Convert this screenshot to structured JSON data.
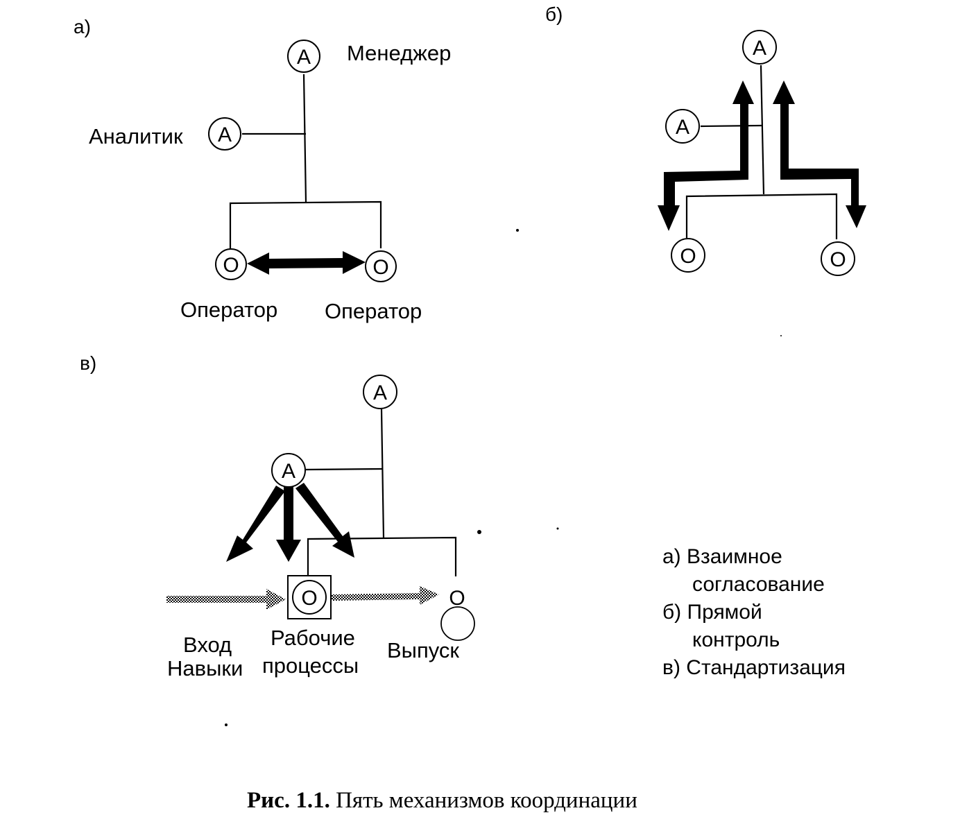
{
  "panels": {
    "a": {
      "label": "а)",
      "nodes": {
        "manager": {
          "letter": "А",
          "label": "Менеджер"
        },
        "analyst": {
          "letter": "А",
          "label": "Аналитик"
        },
        "operator_left": {
          "letter": "О",
          "label": "Оператор"
        },
        "operator_right": {
          "letter": "О",
          "label": "Оператор"
        }
      },
      "arrow": "double-headed arrow between operators"
    },
    "b": {
      "label": "б)",
      "nodes": {
        "manager": {
          "letter": "А"
        },
        "analyst": {
          "letter": "А"
        },
        "operator_left": {
          "letter": "О"
        },
        "operator_right": {
          "letter": "О"
        }
      },
      "arrows": [
        "up-and-down control arrows from manager to operators"
      ]
    },
    "c": {
      "label": "в)",
      "nodes": {
        "manager": {
          "letter": "А"
        },
        "analyst": {
          "letter": "А"
        },
        "operator_process": {
          "letter": "О"
        },
        "operator_output": {
          "letter": "О"
        }
      },
      "flow_labels": {
        "input_line1": "Вход",
        "input_line2": "Навыки",
        "process_line1": "Рабочие",
        "process_line2": "процессы",
        "output": "Выпуск"
      }
    }
  },
  "legend": {
    "items": [
      {
        "key": "а)",
        "line1": "Взаимное",
        "line2": "согласование"
      },
      {
        "key": "б)",
        "line1": "Прямой",
        "line2": "контроль"
      },
      {
        "key": "в)",
        "line1": "Стандартизация",
        "line2": ""
      }
    ]
  },
  "caption": {
    "prefix": "Рис. 1.1.",
    "text": "Пять механизмов координации"
  },
  "colors": {
    "ink": "#000000",
    "paper": "#ffffff",
    "hatch": "#8a8a8a"
  }
}
